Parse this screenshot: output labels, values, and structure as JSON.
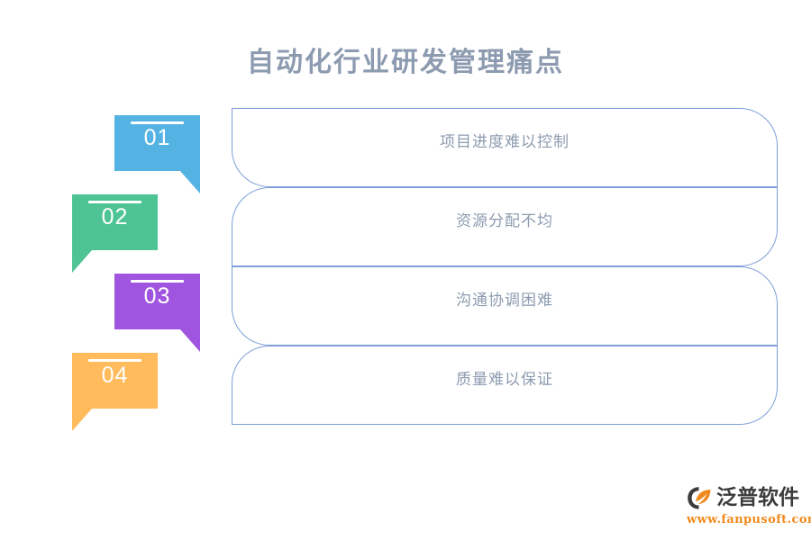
{
  "title": "自动化行业研发管理痛点",
  "colors": {
    "title_text": "#8d9bb0",
    "capsule_border": "#7d9fd8",
    "capsule_text": "#8d9bb0",
    "badge_01": "#55b3e4",
    "badge_02": "#4ec494",
    "badge_03": "#a055e0",
    "badge_04": "#ffbb5c",
    "logo_name": "#3b3b3b",
    "logo_url": "#f08a1e",
    "background": "#ffffff"
  },
  "items": [
    {
      "number": "01",
      "label": "项目进度难以控制",
      "color": "#55b3e4",
      "tail": "right",
      "corner": "tr-bl"
    },
    {
      "number": "02",
      "label": "资源分配不均",
      "color": "#4ec494",
      "tail": "left",
      "corner": "tl-br"
    },
    {
      "number": "03",
      "label": "沟通协调困难",
      "color": "#a055e0",
      "tail": "right",
      "corner": "tr-bl"
    },
    {
      "number": "04",
      "label": "质量难以保证",
      "color": "#ffbb5c",
      "tail": "left",
      "corner": "tl-br"
    }
  ],
  "logo": {
    "name": "泛普软件",
    "url": "www.fanpusoft.com",
    "mark": "fanpu-swoosh-icon"
  }
}
